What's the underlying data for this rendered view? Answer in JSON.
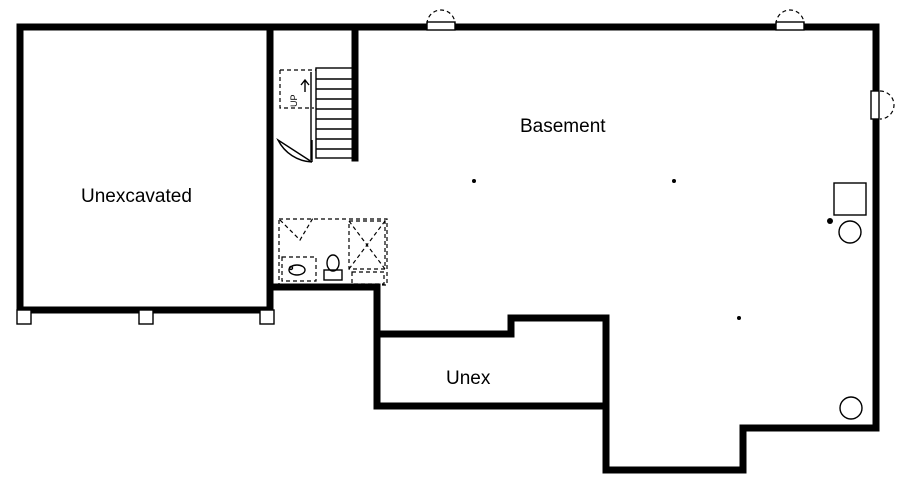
{
  "floor_plan": {
    "rooms": [
      {
        "key": "basement",
        "label": "Basement"
      },
      {
        "key": "unexcavated",
        "label": "Unexcavated"
      },
      {
        "key": "unex",
        "label": "Unex"
      }
    ],
    "stair_label": "UP"
  }
}
